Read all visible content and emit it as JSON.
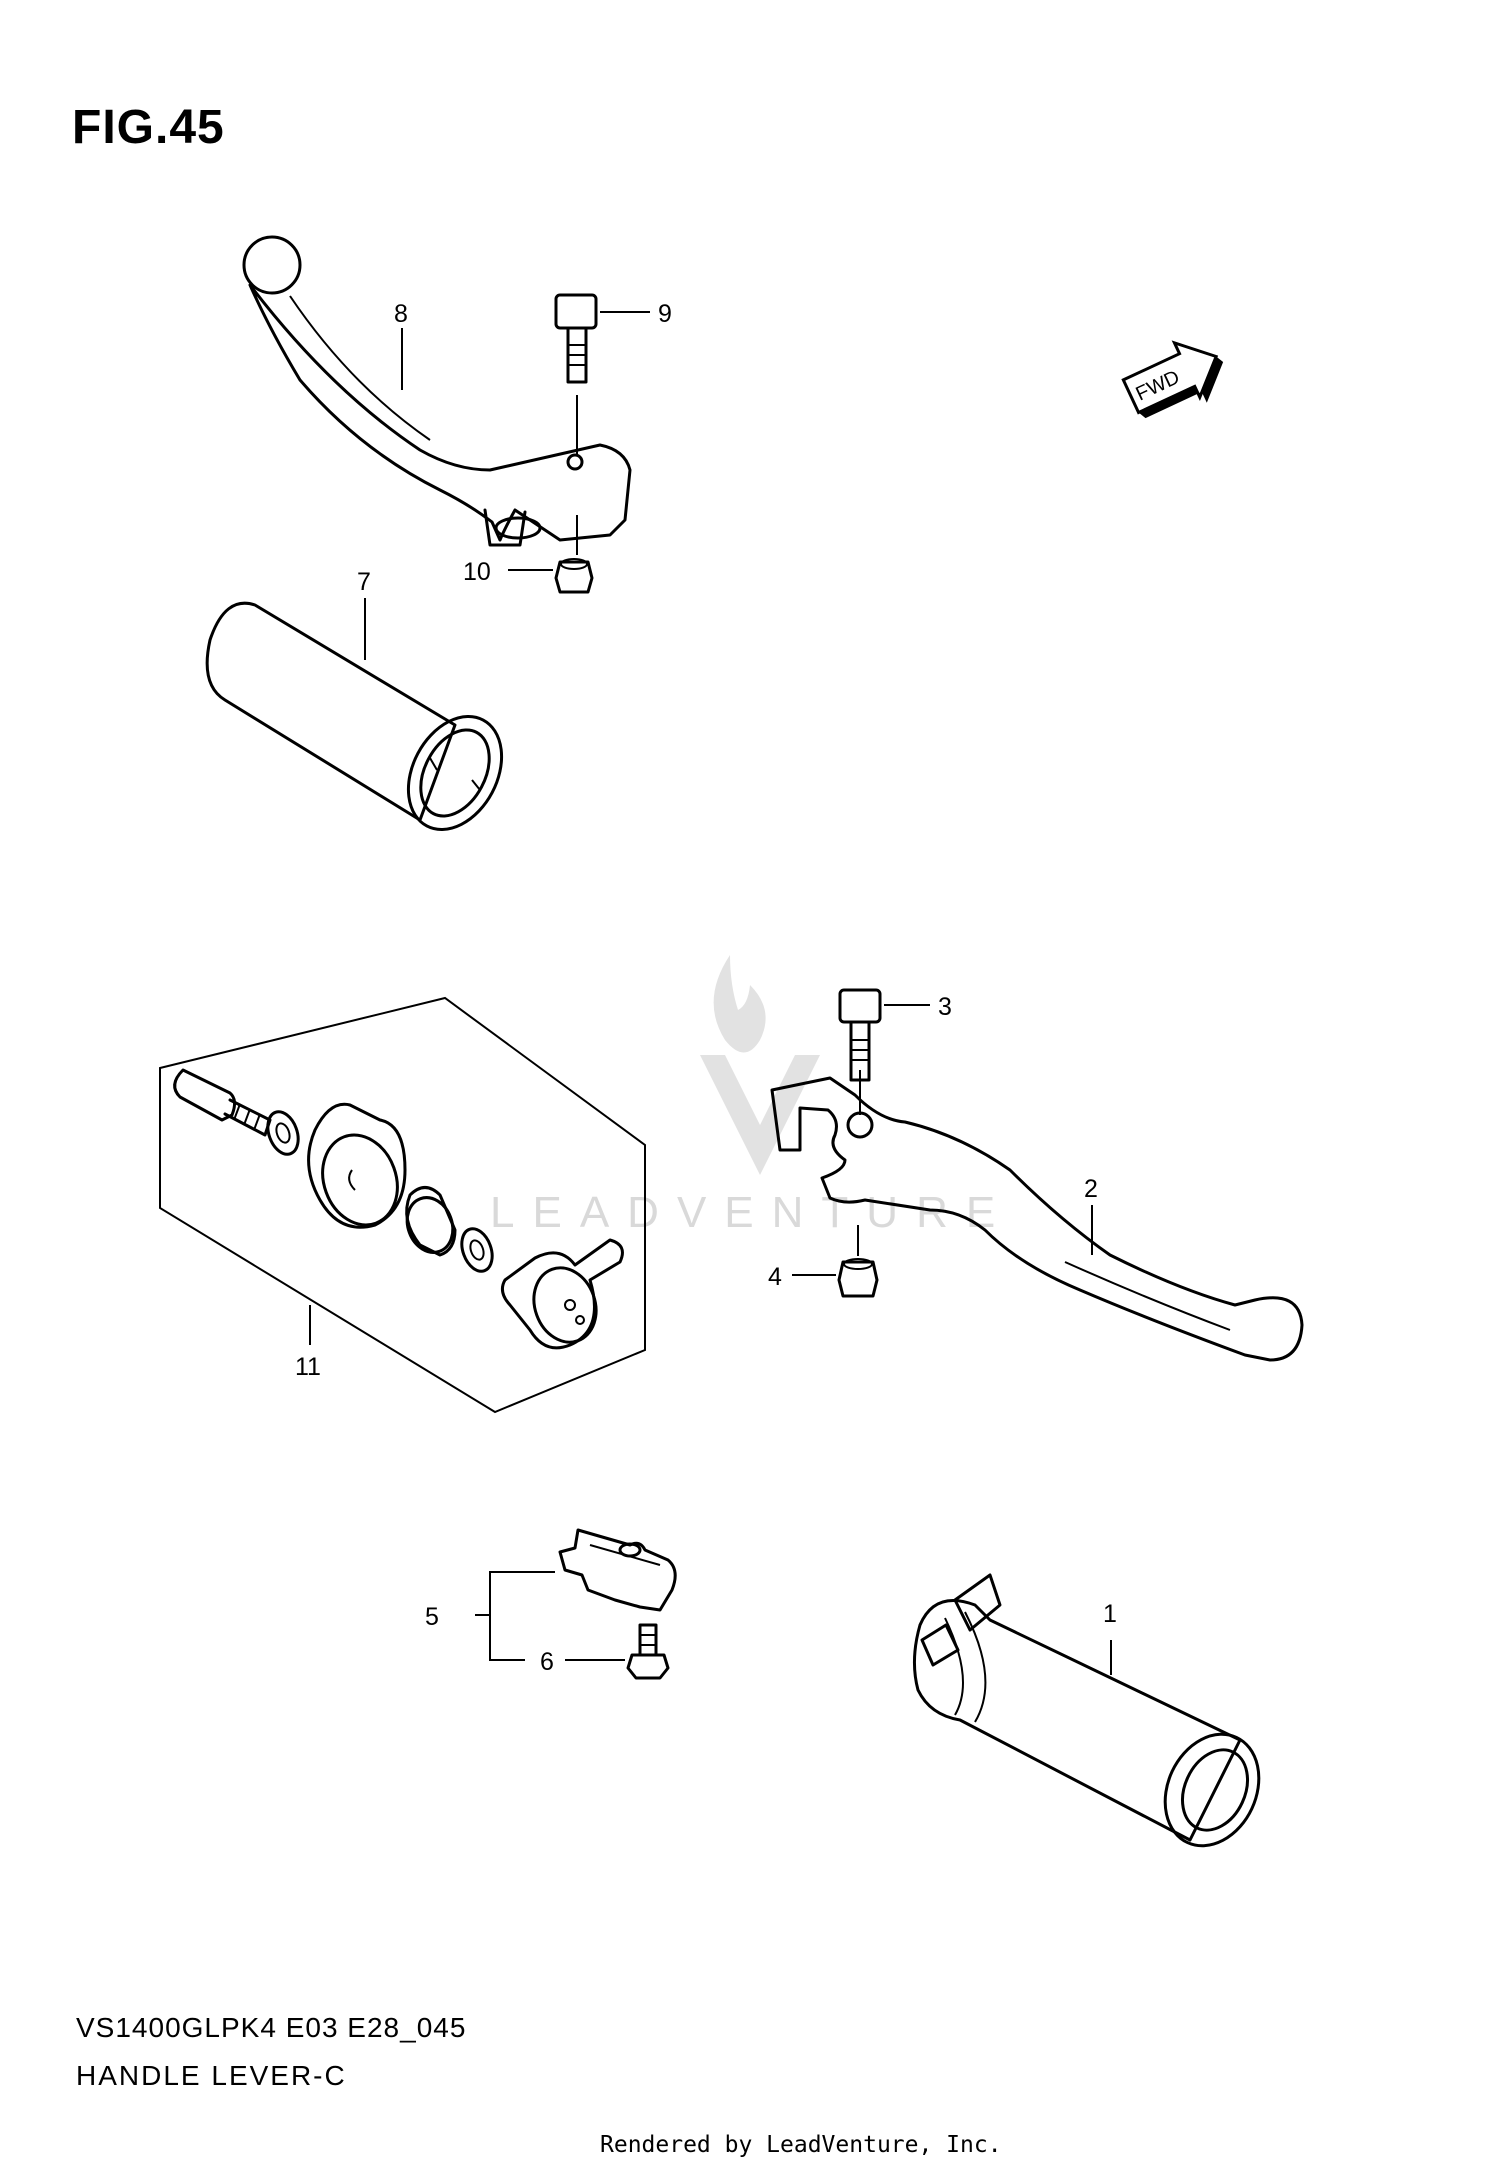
{
  "figure": {
    "title": "FIG.45",
    "model_code": "VS1400GLPK4 E03 E28_045",
    "name": "HANDLE LEVER-C"
  },
  "fwd_badge": "FWD",
  "watermark": "LEADVENTURE",
  "footer": "Rendered by LeadVenture, Inc.",
  "callouts": {
    "p1": "1",
    "p2": "2",
    "p3": "3",
    "p4": "4",
    "p5": "5",
    "p6": "6",
    "p7": "7",
    "p8": "8",
    "p9": "9",
    "p10": "10",
    "p11": "11"
  }
}
